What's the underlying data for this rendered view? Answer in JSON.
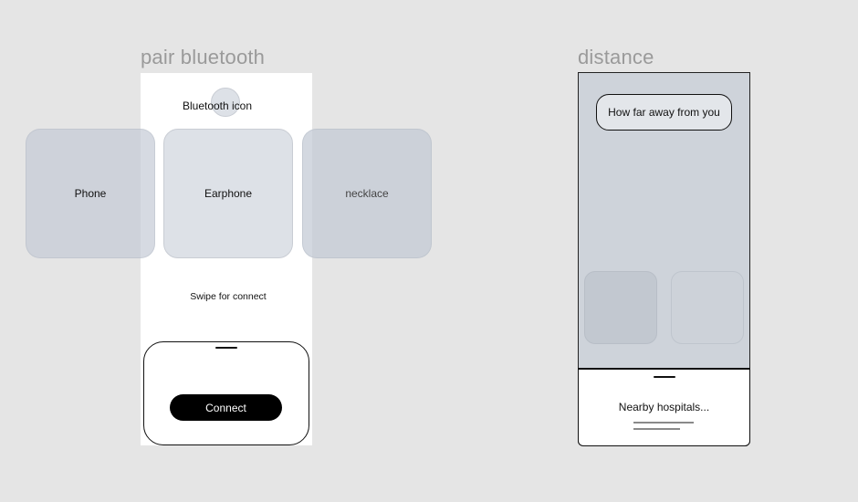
{
  "frames": {
    "pair": {
      "title": "pair bluetooth",
      "bluetooth_label": "Bluetooth icon",
      "devices": [
        {
          "label": "Phone"
        },
        {
          "label": "Earphone"
        },
        {
          "label": "necklace"
        }
      ],
      "swipe_hint": "Swipe for connect",
      "connect_label": "Connect"
    },
    "distance": {
      "title": "distance",
      "pill_text": "How far away from you",
      "sheet_text": "Nearby hospitals..."
    }
  },
  "colors": {
    "canvas": "#e5e5e5",
    "frame_title": "#9a9a9a",
    "card": "#dde1e7",
    "distance_bg": "#ced3da",
    "button": "#000000"
  },
  "icons": [
    "bluetooth-icon-placeholder"
  ]
}
